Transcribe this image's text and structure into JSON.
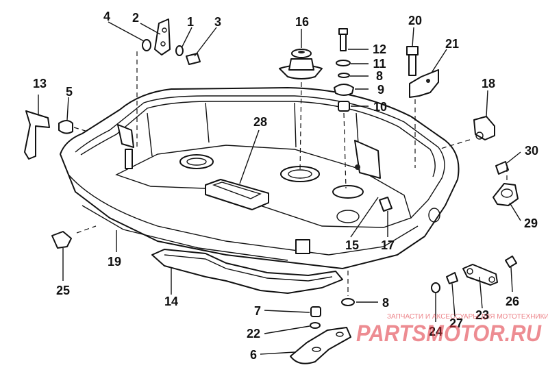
{
  "diagram": {
    "part_numbers": [
      "1",
      "2",
      "3",
      "4",
      "5",
      "6",
      "7",
      "8",
      "8",
      "9",
      "10",
      "11",
      "12",
      "13",
      "14",
      "15",
      "16",
      "17",
      "18",
      "19",
      "20",
      "21",
      "22",
      "23",
      "24",
      "25",
      "26",
      "27",
      "28",
      "29",
      "30"
    ]
  },
  "watermark": {
    "brand": "PARTSMOTOR.RU",
    "tagline": "ЗАПЧАСТИ И АКСЕССУАРЫ ДЛЯ МОТОТЕХНИКИ"
  }
}
